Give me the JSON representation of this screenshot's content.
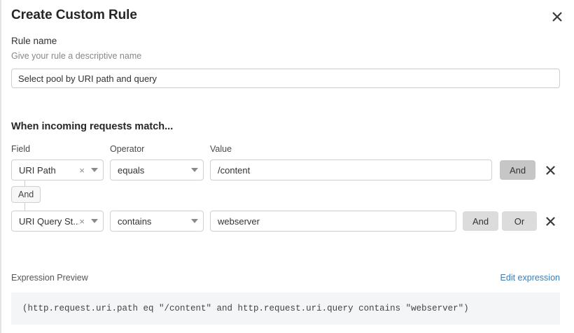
{
  "dialog": {
    "title": "Create Custom Rule",
    "close_icon": "close-icon"
  },
  "rule_name": {
    "label": "Rule name",
    "description": "Give your rule a descriptive name",
    "value": "Select pool by URI path and query",
    "placeholder": "Select pool by URI path and query"
  },
  "match": {
    "heading": "When incoming requests match...",
    "columns": {
      "field": "Field",
      "operator": "Operator",
      "value": "Value"
    },
    "connector_label": "And",
    "rows": [
      {
        "field": "URI Path",
        "operator": "equals",
        "value": "/content",
        "logic_buttons": [
          {
            "label": "And",
            "active": true
          }
        ],
        "delete_icon": "close-icon"
      },
      {
        "field": "URI Query St...",
        "operator": "contains",
        "value": "webserver",
        "logic_buttons": [
          {
            "label": "And",
            "active": false
          },
          {
            "label": "Or",
            "active": false
          }
        ],
        "delete_icon": "close-icon"
      }
    ]
  },
  "expression_preview": {
    "title": "Expression Preview",
    "edit_link": "Edit expression",
    "code": "(http.request.uri.path eq \"/content\" and http.request.uri.query contains \"webserver\")"
  },
  "colors": {
    "link": "#3b7cb3",
    "active_button": "#c6c6c6",
    "idle_button": "#dcdcdc",
    "code_background": "#f4f5f6",
    "border": "#cfcfcf"
  }
}
